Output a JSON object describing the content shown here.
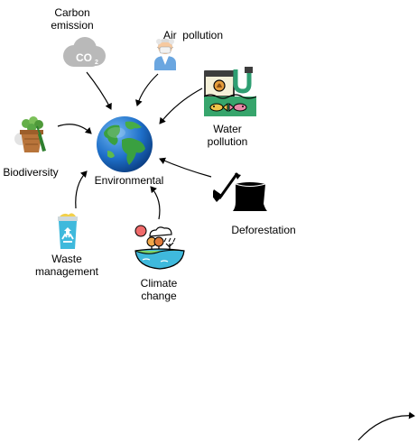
{
  "diagram": {
    "center": {
      "label": "Environmental",
      "icon": "earth-globe-icon"
    },
    "nodes": [
      {
        "id": "carbon",
        "label_lines": [
          "Carbon",
          "emission"
        ],
        "icon": "co2-cloud-icon"
      },
      {
        "id": "air",
        "label_lines": [
          "Air  pollution"
        ],
        "icon": "person-with-mask-icon"
      },
      {
        "id": "water",
        "label_lines": [
          "Water",
          "pollution"
        ],
        "icon": "factory-pipe-fish-icon"
      },
      {
        "id": "biodiversity",
        "label_lines": [
          "Biodiversity"
        ],
        "icon": "potted-plant-icon"
      },
      {
        "id": "deforestation",
        "label_lines": [
          "Deforestation"
        ],
        "icon": "axe-stump-icon"
      },
      {
        "id": "waste",
        "label_lines": [
          "Waste",
          "management"
        ],
        "icon": "recycle-bin-icon"
      },
      {
        "id": "climate",
        "label_lines": [
          "Climate",
          "change"
        ],
        "icon": "climate-scene-icon"
      }
    ],
    "colors": {
      "ocean": "#1e6fc9",
      "land": "#3aa040",
      "arrow": "#000000"
    }
  }
}
